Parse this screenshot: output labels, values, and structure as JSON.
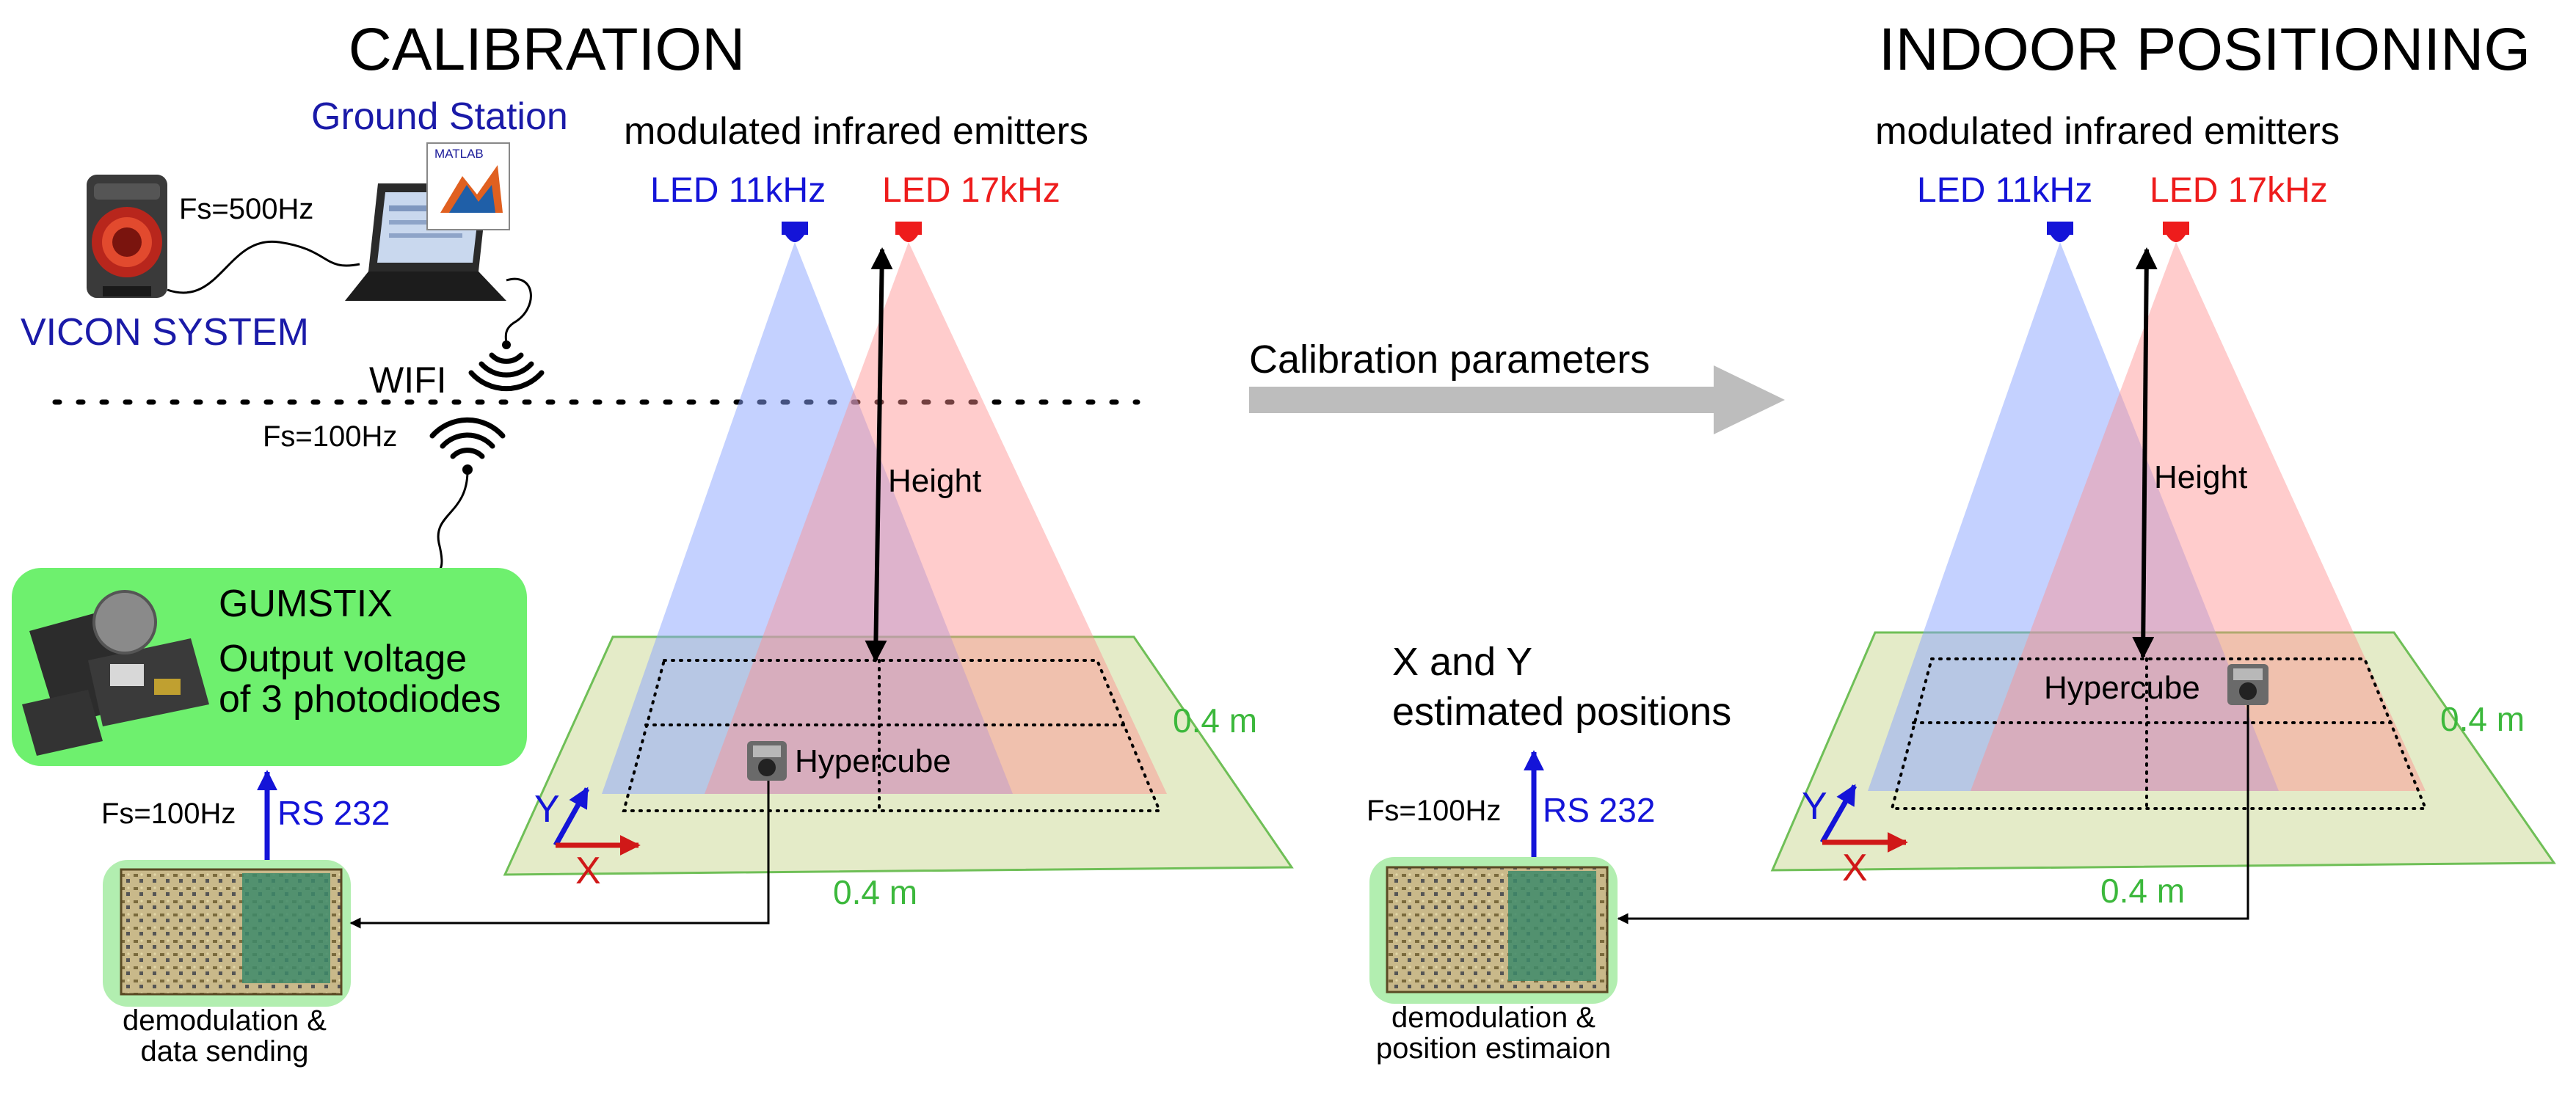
{
  "colors": {
    "blue_led": "#1414d8",
    "red_led": "#ee1c1c",
    "green_text": "#3cb83c",
    "gumstix_fill": "#6ef06e",
    "board_halo": "#b2eeb0",
    "floor_fill": "#e4ebc8",
    "floor_stroke": "#6fbf57",
    "beam_blue": "#8aa3ff",
    "beam_red": "#ff8f8f",
    "arrow_grey": "#bdbdbd",
    "ground_station_text": "#1a1aa8",
    "rs232_text": "#1414d8"
  },
  "calibration": {
    "title": "CALIBRATION",
    "ground_station": "Ground Station",
    "matlab_label": "MATLAB",
    "vicon_label": "VICON SYSTEM",
    "vicon_rate": "Fs=500Hz",
    "wifi_label": "WIFI",
    "wifi_rate": "Fs=100Hz",
    "gumstix_title": "GUMSTIX",
    "gumstix_line1": "Output voltage",
    "gumstix_line2": "of 3 photodiodes",
    "rs_rate": "Fs=100Hz",
    "rs_label": "RS 232",
    "board_caption_1": "demodulation &",
    "board_caption_2": "data sending",
    "emitters_label": "modulated infrared emitters",
    "led_blue": "LED 11kHz",
    "led_red": "LED 17kHz",
    "height_label": "Height",
    "hypercube_label": "Hypercube",
    "dim_right": "0.4 m",
    "dim_bottom": "0.4 m",
    "axis_x": "X",
    "axis_y": "Y"
  },
  "transfer": {
    "arrow_label": "Calibration parameters"
  },
  "positioning": {
    "title": "INDOOR POSITIONING",
    "emitters_label": "modulated infrared emitters",
    "led_blue": "LED 11kHz",
    "led_red": "LED 17kHz",
    "height_label": "Height",
    "hypercube_label": "Hypercube",
    "dim_right": "0.4 m",
    "dim_bottom": "0.4 m",
    "axis_x": "X",
    "axis_y": "Y",
    "output_line1": "X and Y",
    "output_line2": "estimated positions",
    "rs_rate": "Fs=100Hz",
    "rs_label": "RS 232",
    "board_caption_1": "demodulation &",
    "board_caption_2": "position estimaion"
  }
}
